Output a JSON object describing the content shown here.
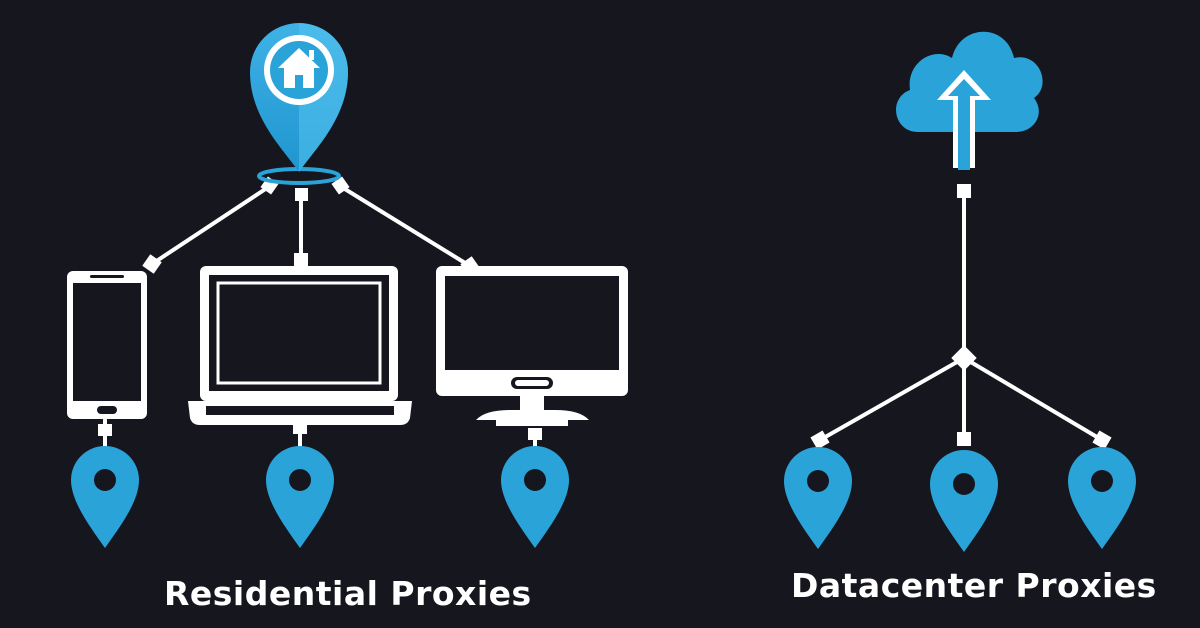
{
  "colors": {
    "background": "#16161f",
    "accent": "#2aa3d9",
    "accent_light": "#5cc8f0",
    "line": "#ffffff"
  },
  "residential": {
    "caption": "Residential Proxies",
    "hub_icon": "home-location-pin-icon",
    "devices": [
      {
        "name": "smartphone",
        "icon": "smartphone-icon"
      },
      {
        "name": "laptop",
        "icon": "laptop-icon"
      },
      {
        "name": "desktop-monitor",
        "icon": "monitor-icon"
      }
    ],
    "location_icon": "location-pin-icon"
  },
  "datacenter": {
    "caption": "Datacenter Proxies",
    "hub_icon": "cloud-upload-icon",
    "location_icon": "location-pin-icon",
    "location_count": 3
  }
}
